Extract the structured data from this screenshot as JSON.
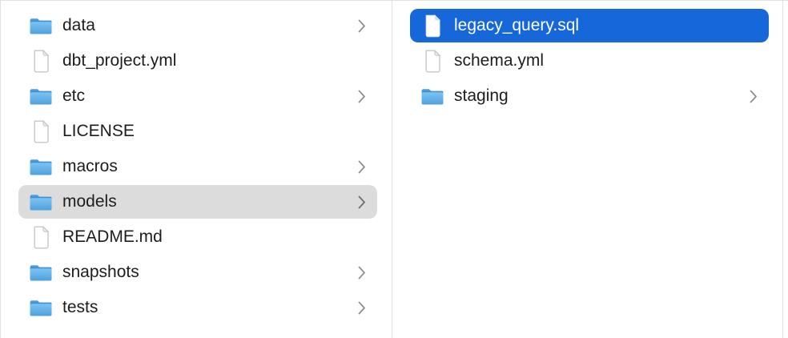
{
  "columns": [
    {
      "name": "left",
      "items": [
        {
          "label": "data",
          "type": "folder",
          "chevron": true,
          "selected": null
        },
        {
          "label": "dbt_project.yml",
          "type": "file",
          "chevron": false,
          "selected": null
        },
        {
          "label": "etc",
          "type": "folder",
          "chevron": true,
          "selected": null
        },
        {
          "label": "LICENSE",
          "type": "file",
          "chevron": false,
          "selected": null
        },
        {
          "label": "macros",
          "type": "folder",
          "chevron": true,
          "selected": null
        },
        {
          "label": "models",
          "type": "folder",
          "chevron": true,
          "selected": "inactive"
        },
        {
          "label": "README.md",
          "type": "file",
          "chevron": false,
          "selected": null
        },
        {
          "label": "snapshots",
          "type": "folder",
          "chevron": true,
          "selected": null
        },
        {
          "label": "tests",
          "type": "folder",
          "chevron": true,
          "selected": null
        }
      ]
    },
    {
      "name": "right",
      "items": [
        {
          "label": "legacy_query.sql",
          "type": "file",
          "chevron": false,
          "selected": "active"
        },
        {
          "label": "schema.yml",
          "type": "file",
          "chevron": false,
          "selected": null
        },
        {
          "label": "staging",
          "type": "folder",
          "chevron": true,
          "selected": null
        }
      ]
    }
  ],
  "icons": {
    "folder": "folder-icon",
    "file": "document-icon",
    "chevron": "chevron-right-icon"
  },
  "colors": {
    "selection_active": "#1667d9",
    "selection_inactive": "#dcdcdc",
    "divider": "#e2e2e2",
    "text": "#1d1d1f",
    "text_selected": "#ffffff",
    "chevron_gray": "#909090",
    "folder_blue_top": "#7dc3f2",
    "folder_blue_bottom": "#4fa0e0"
  }
}
